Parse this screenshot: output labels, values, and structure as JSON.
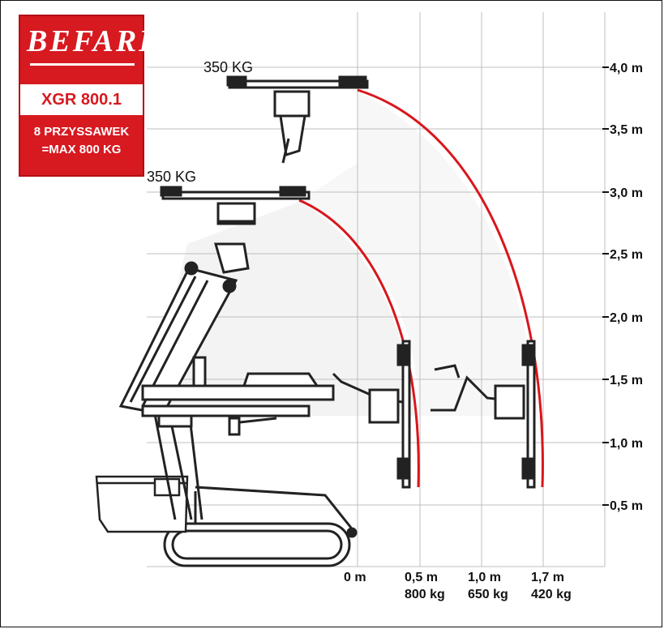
{
  "brand": {
    "logo": "BEFARD",
    "model": "XGR 800.1",
    "spec_line1": "8 PRZYSSAWEK",
    "spec_line2": "=MAX 800 KG"
  },
  "colors": {
    "brand_red": "#d71920",
    "curve_red": "#d9161c",
    "grid": "#bfbfbf",
    "machine": "#222222"
  },
  "load_labels": {
    "top_upper": "350 KG",
    "top_lower": "350 KG"
  },
  "y_axis": {
    "ticks": [
      "0,5 m",
      "1,0 m",
      "1,5 m",
      "2,0 m",
      "2,5 m",
      "3,0 m",
      "3,5 m",
      "4,0 m"
    ]
  },
  "x_axis": {
    "ticks": [
      {
        "distance": "0 m",
        "capacity": ""
      },
      {
        "distance": "0,5 m",
        "capacity": "800 kg"
      },
      {
        "distance": "1,0 m",
        "capacity": "650 kg"
      },
      {
        "distance": "1,7 m",
        "capacity": "420 kg"
      }
    ]
  }
}
